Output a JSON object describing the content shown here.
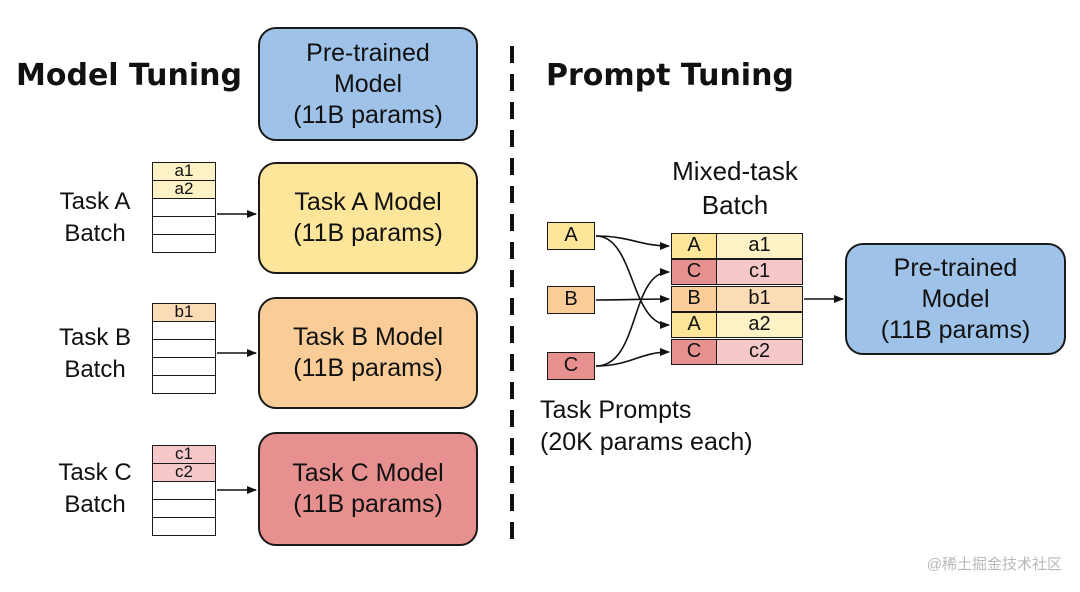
{
  "colors": {
    "blue": "#9fc3e8",
    "yellow": "#fde59a",
    "orange": "#f9cc98",
    "red": "#e79090",
    "yellow_light": "#fdf1c6",
    "red_light": "#f5c9c9",
    "orange_light": "#fbdcb6"
  },
  "model_tuning": {
    "heading": "Model Tuning",
    "pretrained": {
      "line1": "Pre-trained",
      "line2": "Model",
      "line3": "(11B params)"
    },
    "tasks": [
      {
        "label1": "Task A",
        "label2": "Batch",
        "model_line1": "Task A Model",
        "model_line2": "(11B params)",
        "cells": [
          "a1",
          "a2",
          "",
          "",
          ""
        ]
      },
      {
        "label1": "Task B",
        "label2": "Batch",
        "model_line1": "Task B Model",
        "model_line2": "(11B params)",
        "cells": [
          "b1",
          "",
          "",
          "",
          ""
        ]
      },
      {
        "label1": "Task C",
        "label2": "Batch",
        "model_line1": "Task C Model",
        "model_line2": "(11B params)",
        "cells": [
          "c1",
          "c2",
          "",
          "",
          ""
        ]
      }
    ]
  },
  "prompt_tuning": {
    "heading": "Prompt Tuning",
    "mixed_title1": "Mixed-task",
    "mixed_title2": "Batch",
    "prompts": [
      "A",
      "B",
      "C"
    ],
    "prompts_label1": "Task Prompts",
    "prompts_label2": "(20K params each)",
    "mixed_rows": [
      {
        "task": "A",
        "example": "a1"
      },
      {
        "task": "C",
        "example": "c1"
      },
      {
        "task": "B",
        "example": "b1"
      },
      {
        "task": "A",
        "example": "a2"
      },
      {
        "task": "C",
        "example": "c2"
      }
    ],
    "pretrained": {
      "line1": "Pre-trained",
      "line2": "Model",
      "line3": "(11B params)"
    }
  },
  "watermark": "@稀土掘金技术社区"
}
